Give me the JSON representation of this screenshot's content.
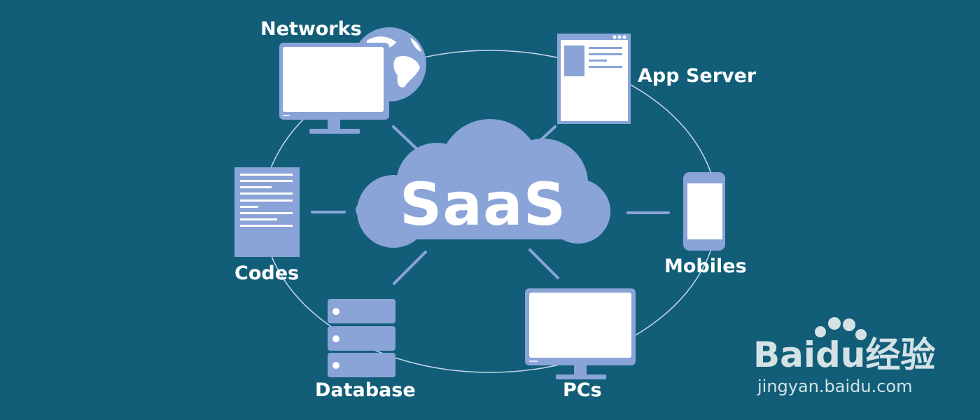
{
  "center": {
    "label": "SaaS"
  },
  "nodes": {
    "networks": {
      "label": "Networks"
    },
    "app_server": {
      "label": "App Server"
    },
    "mobiles": {
      "label": "Mobiles"
    },
    "pcs": {
      "label": "PCs"
    },
    "database": {
      "label": "Database"
    },
    "codes": {
      "label": "Codes"
    }
  },
  "watermark": {
    "logo": "Baidu经验",
    "url": "jingyan.baidu.com"
  },
  "colors": {
    "background": "#125e78",
    "device": "#8aa4d8",
    "screen": "#ffffff",
    "cloud": "#8aa4d8",
    "ring": "#c9d6ee"
  }
}
